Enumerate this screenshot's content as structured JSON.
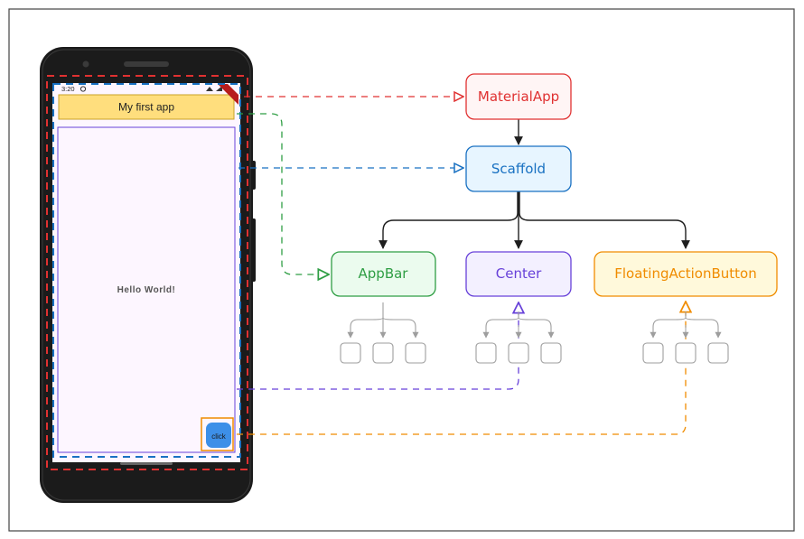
{
  "phone": {
    "status_time": "3:20",
    "app_bar_title": "My first app",
    "body_text": "Hello World!",
    "fab_label": "click"
  },
  "nodes": {
    "material_app": "MaterialApp",
    "scaffold": "Scaffold",
    "app_bar": "AppBar",
    "center": "Center",
    "fab": "FloatingActionButton"
  },
  "colors": {
    "red": "#e03131",
    "blue": "#1971c2",
    "green": "#2f9e44",
    "purple": "#6741d9",
    "orange": "#f08c00",
    "black": "#1e1e1e",
    "gray": "#868e96"
  }
}
